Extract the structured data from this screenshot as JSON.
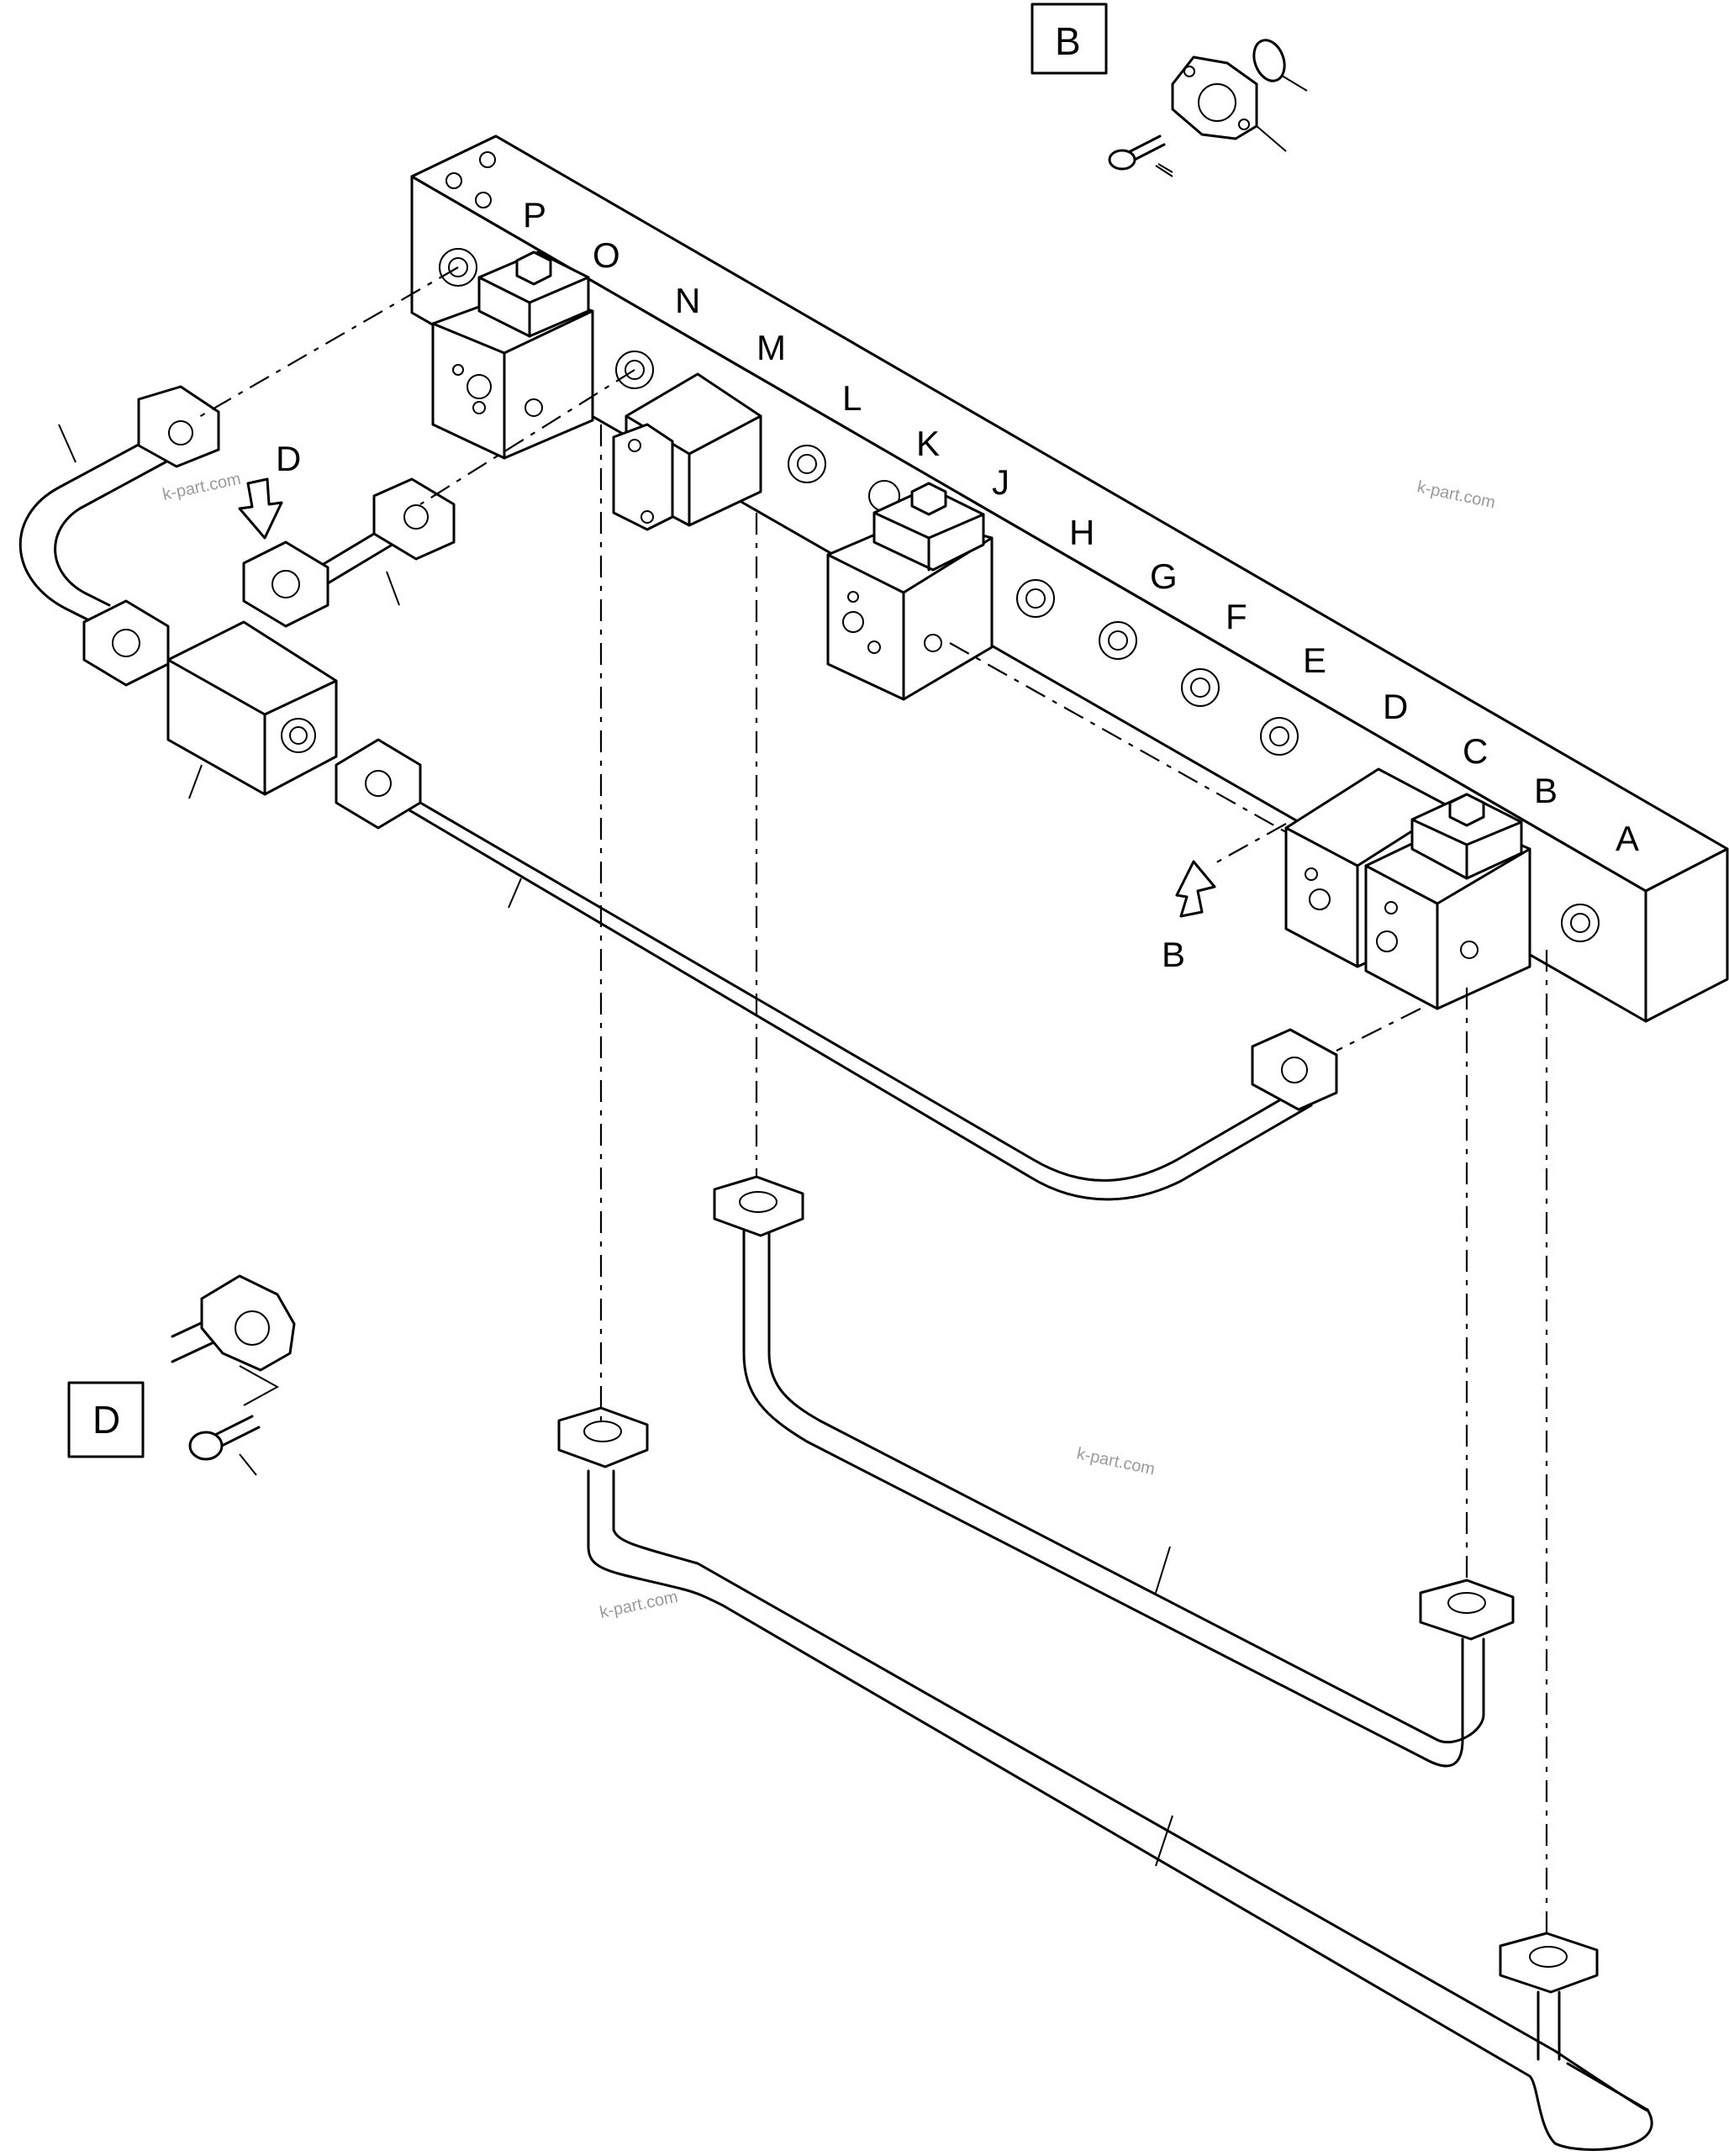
{
  "port_labels": [
    "P",
    "O",
    "N",
    "M",
    "L",
    "K",
    "J",
    "H",
    "G",
    "F",
    "E",
    "D",
    "C",
    "B",
    "A"
  ],
  "view_callouts": {
    "b_box": "B",
    "d_box": "D",
    "b_arrow": "B",
    "d_arrow": "D"
  },
  "watermarks": [
    "k-part.com",
    "k-part.com",
    "k-part.com",
    "k-part.com"
  ],
  "icons": [
    "view-arrow-icon",
    "flange-icon",
    "bolt-icon",
    "o-ring-icon"
  ]
}
